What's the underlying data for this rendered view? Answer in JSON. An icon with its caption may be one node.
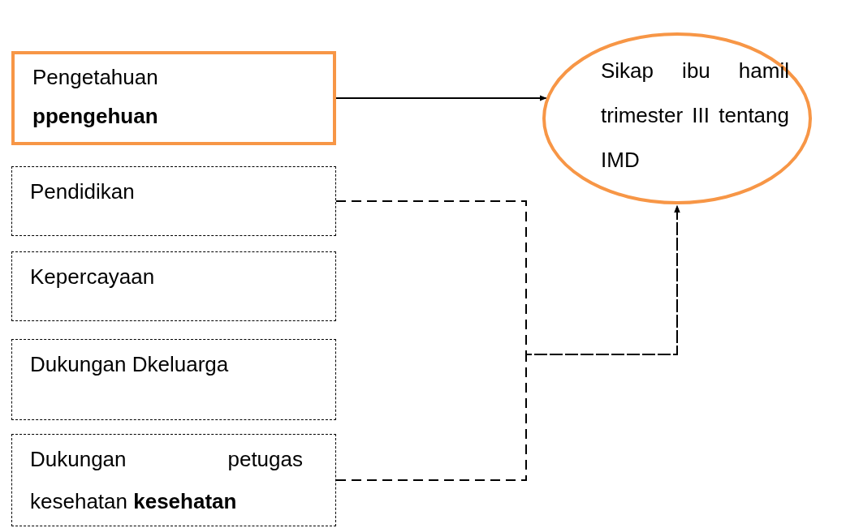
{
  "diagram": {
    "nodes": [
      {
        "text": [
          "Pengetahuan",
          "ppengehuan"
        ]
      },
      {
        "text": [
          "Sikap ibu hamil trimester III tentang IMD"
        ]
      },
      {
        "text": [
          "Pendidikan"
        ]
      },
      {
        "text": [
          "Kepercayaan"
        ]
      },
      {
        "text": [
          "Dukungan Dkeluarga"
        ]
      },
      {
        "text": [
          "Dukungan petugas kesehatan **kesehatan**"
        ]
      }
    ],
    "edges": [
      {
        "from": 0,
        "to": 1,
        "arrow": "to"
      },
      {
        "from": 2,
        "to": 1,
        "arrow": "to",
        "style": "dashed"
      },
      {
        "from": 5,
        "to": 1,
        "arrow": "to",
        "style": "dashed"
      }
    ]
  }
}
